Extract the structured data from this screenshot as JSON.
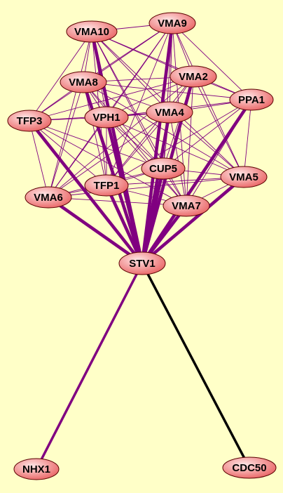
{
  "colors": {
    "background": "#ffffc8",
    "edge": "#800080",
    "edge_special": "#000000",
    "node_fill_light": "#ffe6e6",
    "node_fill_dark": "#e85a5a",
    "node_stroke": "#5a0000"
  },
  "nodes": [
    {
      "id": "VMA10",
      "label": "VMA10"
    },
    {
      "id": "VMA9",
      "label": "VMA9"
    },
    {
      "id": "VMA8",
      "label": "VMA8"
    },
    {
      "id": "VMA2",
      "label": "VMA2"
    },
    {
      "id": "PPA1",
      "label": "PPA1"
    },
    {
      "id": "TFP3",
      "label": "TFP3"
    },
    {
      "id": "VPH1",
      "label": "VPH1"
    },
    {
      "id": "VMA4",
      "label": "VMA4"
    },
    {
      "id": "CUP5",
      "label": "CUP5"
    },
    {
      "id": "VMA5",
      "label": "VMA5"
    },
    {
      "id": "VMA6",
      "label": "VMA6"
    },
    {
      "id": "TFP1",
      "label": "TFP1"
    },
    {
      "id": "VMA7",
      "label": "VMA7"
    },
    {
      "id": "STV1",
      "label": "STV1"
    },
    {
      "id": "NHX1",
      "label": "NHX1"
    },
    {
      "id": "CDC50",
      "label": "CDC50"
    }
  ],
  "edges": [
    {
      "source": "STV1",
      "target": "VMA10",
      "weight": "heavy"
    },
    {
      "source": "STV1",
      "target": "VMA9",
      "weight": "heavy"
    },
    {
      "source": "STV1",
      "target": "VMA8",
      "weight": "heavy"
    },
    {
      "source": "STV1",
      "target": "VMA2",
      "weight": "heavy"
    },
    {
      "source": "STV1",
      "target": "PPA1",
      "weight": "heavy"
    },
    {
      "source": "STV1",
      "target": "TFP3",
      "weight": "heavy"
    },
    {
      "source": "STV1",
      "target": "VPH1",
      "weight": "heavy"
    },
    {
      "source": "STV1",
      "target": "VMA4",
      "weight": "heavy"
    },
    {
      "source": "STV1",
      "target": "CUP5",
      "weight": "heavy"
    },
    {
      "source": "STV1",
      "target": "VMA5",
      "weight": "heavy"
    },
    {
      "source": "STV1",
      "target": "VMA6",
      "weight": "heavy"
    },
    {
      "source": "STV1",
      "target": "TFP1",
      "weight": "heavy"
    },
    {
      "source": "STV1",
      "target": "VMA7",
      "weight": "heavy"
    },
    {
      "source": "STV1",
      "target": "NHX1",
      "weight": "medium"
    },
    {
      "source": "STV1",
      "target": "CDC50",
      "weight": "special"
    },
    {
      "source": "VMA10",
      "target": "VMA9",
      "weight": "thin"
    },
    {
      "source": "VMA10",
      "target": "VMA8",
      "weight": "thin"
    },
    {
      "source": "VMA10",
      "target": "VMA2",
      "weight": "thin"
    },
    {
      "source": "VMA10",
      "target": "PPA1",
      "weight": "thin"
    },
    {
      "source": "VMA10",
      "target": "TFP3",
      "weight": "thin"
    },
    {
      "source": "VMA10",
      "target": "VPH1",
      "weight": "thin"
    },
    {
      "source": "VMA10",
      "target": "VMA4",
      "weight": "thin"
    },
    {
      "source": "VMA10",
      "target": "CUP5",
      "weight": "thin"
    },
    {
      "source": "VMA10",
      "target": "VMA5",
      "weight": "thin"
    },
    {
      "source": "VMA10",
      "target": "VMA6",
      "weight": "thin"
    },
    {
      "source": "VMA10",
      "target": "TFP1",
      "weight": "thin"
    },
    {
      "source": "VMA10",
      "target": "VMA7",
      "weight": "thin"
    },
    {
      "source": "VMA9",
      "target": "VMA8",
      "weight": "thin"
    },
    {
      "source": "VMA9",
      "target": "VMA2",
      "weight": "thin"
    },
    {
      "source": "VMA9",
      "target": "PPA1",
      "weight": "thin"
    },
    {
      "source": "VMA9",
      "target": "TFP3",
      "weight": "thin"
    },
    {
      "source": "VMA9",
      "target": "VPH1",
      "weight": "thin"
    },
    {
      "source": "VMA9",
      "target": "VMA4",
      "weight": "thin"
    },
    {
      "source": "VMA9",
      "target": "CUP5",
      "weight": "thin"
    },
    {
      "source": "VMA9",
      "target": "VMA5",
      "weight": "thin"
    },
    {
      "source": "VMA9",
      "target": "VMA6",
      "weight": "thin"
    },
    {
      "source": "VMA9",
      "target": "TFP1",
      "weight": "thin"
    },
    {
      "source": "VMA9",
      "target": "VMA7",
      "weight": "thin"
    },
    {
      "source": "VMA8",
      "target": "VMA2",
      "weight": "thin"
    },
    {
      "source": "VMA8",
      "target": "PPA1",
      "weight": "thin"
    },
    {
      "source": "VMA8",
      "target": "TFP3",
      "weight": "thin"
    },
    {
      "source": "VMA8",
      "target": "VPH1",
      "weight": "thin"
    },
    {
      "source": "VMA8",
      "target": "VMA4",
      "weight": "thin"
    },
    {
      "source": "VMA8",
      "target": "CUP5",
      "weight": "thin"
    },
    {
      "source": "VMA8",
      "target": "VMA5",
      "weight": "thin"
    },
    {
      "source": "VMA8",
      "target": "VMA6",
      "weight": "thin"
    },
    {
      "source": "VMA8",
      "target": "TFP1",
      "weight": "thin"
    },
    {
      "source": "VMA8",
      "target": "VMA7",
      "weight": "thin"
    },
    {
      "source": "VMA2",
      "target": "PPA1",
      "weight": "thin"
    },
    {
      "source": "VMA2",
      "target": "TFP3",
      "weight": "thin"
    },
    {
      "source": "VMA2",
      "target": "VPH1",
      "weight": "thin"
    },
    {
      "source": "VMA2",
      "target": "VMA4",
      "weight": "thin"
    },
    {
      "source": "VMA2",
      "target": "CUP5",
      "weight": "thin"
    },
    {
      "source": "VMA2",
      "target": "VMA5",
      "weight": "thin"
    },
    {
      "source": "VMA2",
      "target": "VMA6",
      "weight": "thin"
    },
    {
      "source": "VMA2",
      "target": "TFP1",
      "weight": "thin"
    },
    {
      "source": "VMA2",
      "target": "VMA7",
      "weight": "thin"
    },
    {
      "source": "PPA1",
      "target": "VPH1",
      "weight": "thin"
    },
    {
      "source": "PPA1",
      "target": "VMA4",
      "weight": "thin"
    },
    {
      "source": "PPA1",
      "target": "CUP5",
      "weight": "thin"
    },
    {
      "source": "PPA1",
      "target": "VMA5",
      "weight": "thin"
    },
    {
      "source": "PPA1",
      "target": "TFP1",
      "weight": "thin"
    },
    {
      "source": "PPA1",
      "target": "VMA7",
      "weight": "thin"
    },
    {
      "source": "TFP3",
      "target": "VPH1",
      "weight": "thin"
    },
    {
      "source": "TFP3",
      "target": "VMA4",
      "weight": "thin"
    },
    {
      "source": "TFP3",
      "target": "CUP5",
      "weight": "thin"
    },
    {
      "source": "TFP3",
      "target": "VMA6",
      "weight": "thin"
    },
    {
      "source": "TFP3",
      "target": "TFP1",
      "weight": "thin"
    },
    {
      "source": "TFP3",
      "target": "VMA7",
      "weight": "thin"
    },
    {
      "source": "VPH1",
      "target": "VMA4",
      "weight": "thin"
    },
    {
      "source": "VPH1",
      "target": "CUP5",
      "weight": "thin"
    },
    {
      "source": "VPH1",
      "target": "VMA5",
      "weight": "thin"
    },
    {
      "source": "VPH1",
      "target": "VMA6",
      "weight": "thin"
    },
    {
      "source": "VPH1",
      "target": "TFP1",
      "weight": "thin"
    },
    {
      "source": "VPH1",
      "target": "VMA7",
      "weight": "thin"
    },
    {
      "source": "VMA4",
      "target": "CUP5",
      "weight": "thin"
    },
    {
      "source": "VMA4",
      "target": "VMA5",
      "weight": "thin"
    },
    {
      "source": "VMA4",
      "target": "VMA6",
      "weight": "thin"
    },
    {
      "source": "VMA4",
      "target": "TFP1",
      "weight": "thin"
    },
    {
      "source": "VMA4",
      "target": "VMA7",
      "weight": "thin"
    },
    {
      "source": "CUP5",
      "target": "VMA5",
      "weight": "thin"
    },
    {
      "source": "CUP5",
      "target": "VMA6",
      "weight": "thin"
    },
    {
      "source": "CUP5",
      "target": "TFP1",
      "weight": "thin"
    },
    {
      "source": "CUP5",
      "target": "VMA7",
      "weight": "thin"
    },
    {
      "source": "VMA5",
      "target": "VMA6",
      "weight": "thin"
    },
    {
      "source": "VMA5",
      "target": "TFP1",
      "weight": "thin"
    },
    {
      "source": "VMA5",
      "target": "VMA7",
      "weight": "thin"
    },
    {
      "source": "VMA6",
      "target": "TFP1",
      "weight": "thin"
    },
    {
      "source": "VMA6",
      "target": "VMA7",
      "weight": "thin"
    },
    {
      "source": "TFP1",
      "target": "VMA7",
      "weight": "thin"
    }
  ]
}
